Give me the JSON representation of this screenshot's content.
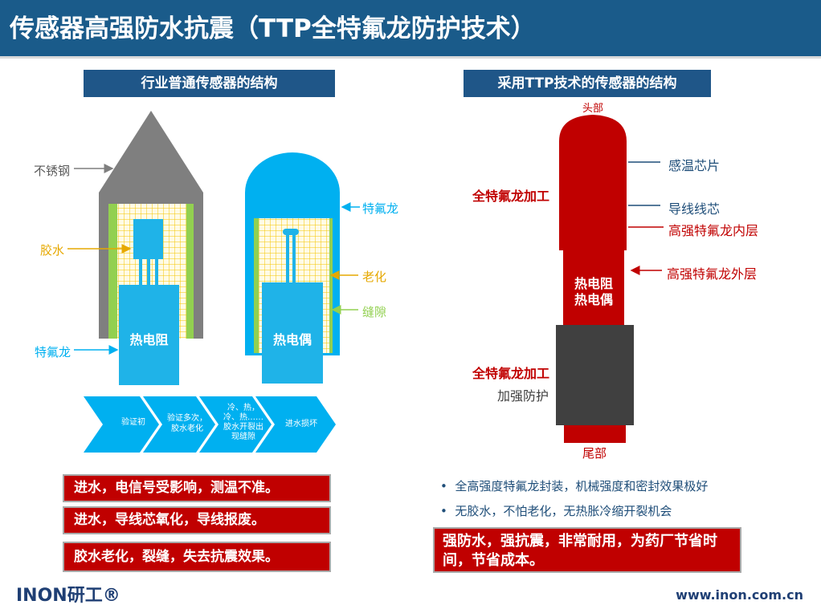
{
  "header": {
    "title": "传感器高强防水抗震（TTP全特氟龙防护技术）"
  },
  "left": {
    "heading": "行业普通传感器的结构",
    "sensor1": {
      "label": "热电阻"
    },
    "sensor2": {
      "label": "热电偶"
    },
    "labels": {
      "stainless": "不锈钢",
      "glue": "胶水",
      "teflon_left": "特氟龙",
      "teflon_right": "特氟龙",
      "aging": "老化",
      "gap": "缝隙"
    },
    "process_steps": [
      "验证初",
      "验证多次，胶水老化",
      "冷、热，冷、热……胶水开裂出现缝隙",
      "进水损坏"
    ],
    "problems": [
      "进水，电信号受影响，测温不准。",
      "进水，导线芯氧化，导线报废。",
      "胶水老化，裂缝，失去抗震效果。"
    ]
  },
  "right": {
    "heading": "采用TTP技术的传感器的结构",
    "head_label": "头部",
    "tail_label": "尾部",
    "body_label": "热电阻\n热电偶",
    "left_labels": {
      "teflon_process_top": "全特氟龙加工",
      "teflon_process_bottom": "全特氟龙加工",
      "reinforce": "加强防护"
    },
    "right_labels": {
      "chip": "感温芯片",
      "wire": "导线线芯",
      "inner": "高强特氟龙内层",
      "outer": "高强特氟龙外层"
    },
    "bullets": [
      "全高强度特氟龙封装，机械强度和密封效果极好",
      "无胶水，不怕老化，无热胀冷缩开裂机会"
    ],
    "conclusion": "强防水，强抗震，非常耐用，为药厂节省时间，节省成本。"
  },
  "footer": {
    "logo": "INON研工®",
    "url": "www.inon.com.cn"
  },
  "colors": {
    "title_bg": "#1a5b8a",
    "sky": "#00b0f0",
    "red": "#c00000",
    "gray": "#808080",
    "green": "#92d050",
    "gold": "#f5c400"
  }
}
